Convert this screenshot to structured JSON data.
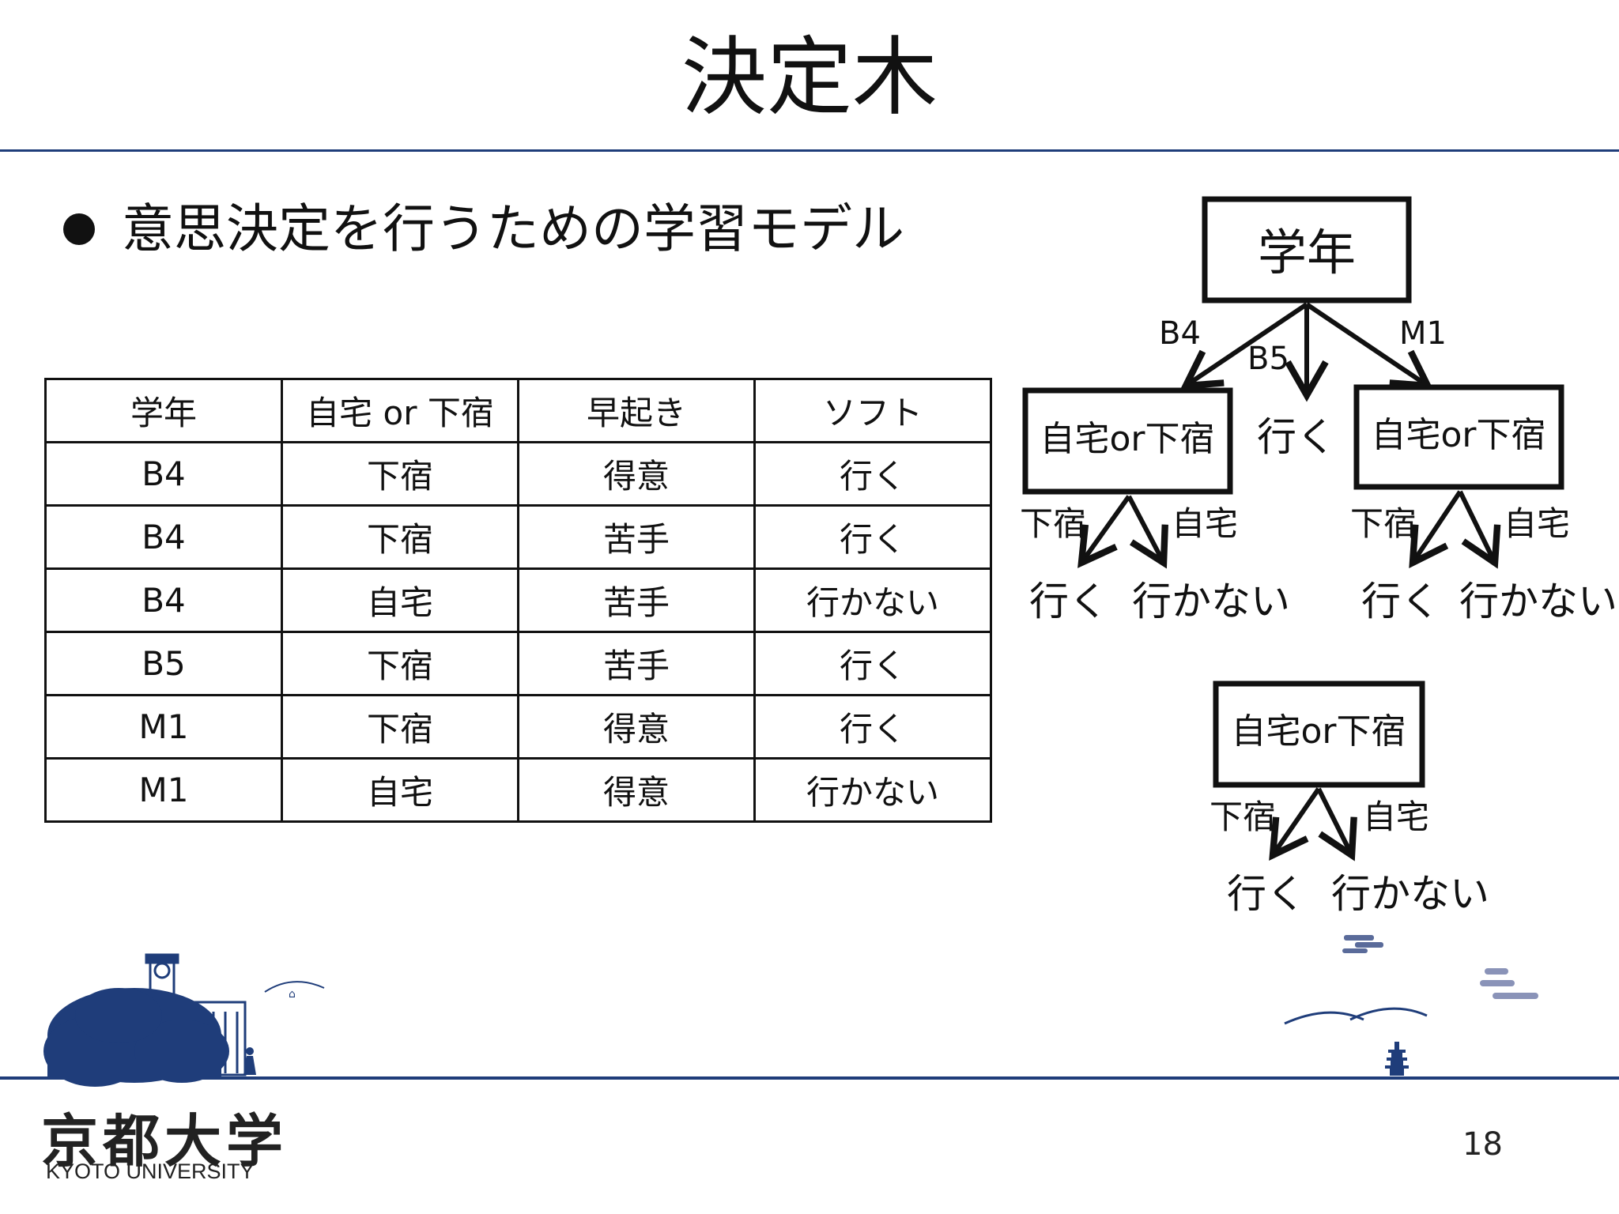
{
  "slide": {
    "title": "決定木",
    "bullet": "意思決定を行うための学習モデル",
    "page_number": "18"
  },
  "table": {
    "headers": [
      "学年",
      "自宅 or 下宿",
      "早起き",
      "ソフト"
    ],
    "rows": [
      [
        "B4",
        "下宿",
        "得意",
        "行く"
      ],
      [
        "B4",
        "下宿",
        "苦手",
        "行く"
      ],
      [
        "B4",
        "自宅",
        "苦手",
        "行かない"
      ],
      [
        "B5",
        "下宿",
        "苦手",
        "行く"
      ],
      [
        "M1",
        "下宿",
        "得意",
        "行く"
      ],
      [
        "M1",
        "自宅",
        "得意",
        "行かない"
      ]
    ]
  },
  "tree": {
    "root": "学年",
    "branch_b4": "B4",
    "branch_b5": "B5",
    "branch_m1": "M1",
    "node_left": "自宅or下宿",
    "node_right": "自宅or下宿",
    "node_bottom": "自宅or下宿",
    "b5_leaf": "行く",
    "edge_geshuku": "下宿",
    "edge_jitaku": "自宅",
    "leaf_go": "行く",
    "leaf_nogo": "行かない"
  },
  "footer": {
    "logo_jp": "京都大学",
    "logo_en": "KYOTO UNIVERSITY",
    "accent_color": "#1f3d7a"
  }
}
